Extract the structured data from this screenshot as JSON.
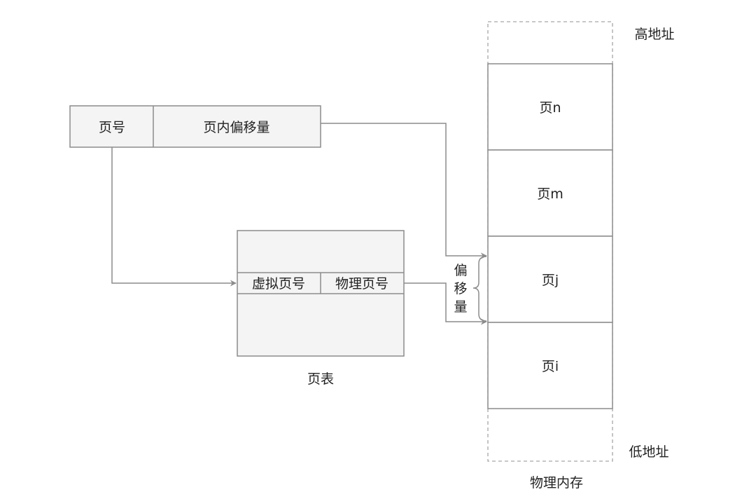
{
  "virtual_address": {
    "page_number": "页号",
    "page_offset": "页内偏移量"
  },
  "page_table": {
    "virtual_page_number": "虚拟页号",
    "physical_page_number": "物理页号",
    "caption": "页表"
  },
  "offset_label": [
    "偏",
    "移",
    "量"
  ],
  "physical_memory": {
    "high_address": "高地址",
    "low_address": "低地址",
    "pages": [
      "页n",
      "页m",
      "页j",
      "页i"
    ],
    "caption": "物理内存"
  }
}
